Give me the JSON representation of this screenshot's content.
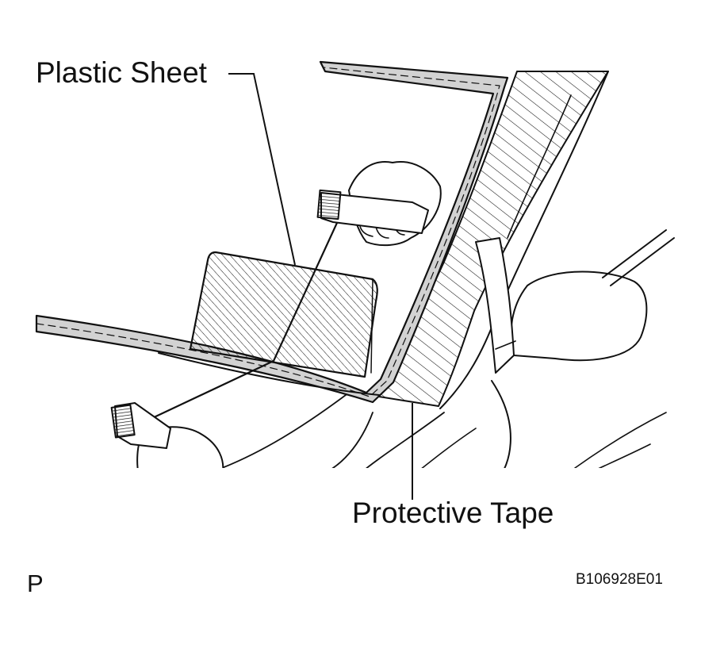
{
  "diagram": {
    "labels": {
      "plastic_sheet": "Plastic Sheet",
      "protective_tape": "Protective Tape",
      "view_mark": "P",
      "figure_code": "B106928E01"
    },
    "colors": {
      "ink": "#111111",
      "tape_fill": "#d2d2d2",
      "background": "#ffffff"
    }
  }
}
